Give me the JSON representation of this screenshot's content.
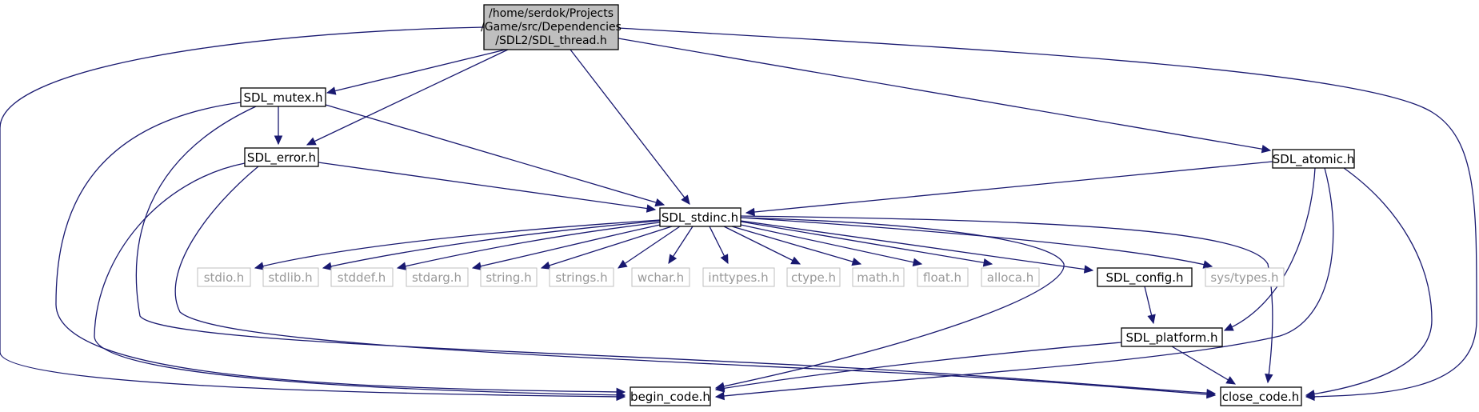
{
  "graph": {
    "nodes": [
      {
        "id": "sdl_thread",
        "lines": [
          "/home/serdok/Projects",
          "/Game/src/Dependencies",
          "/SDL2/SDL_thread.h"
        ],
        "kind": "root"
      },
      {
        "id": "sdl_mutex",
        "lines": [
          "SDL_mutex.h"
        ],
        "kind": "project"
      },
      {
        "id": "sdl_error",
        "lines": [
          "SDL_error.h"
        ],
        "kind": "project"
      },
      {
        "id": "sdl_atomic",
        "lines": [
          "SDL_atomic.h"
        ],
        "kind": "project"
      },
      {
        "id": "sdl_stdinc",
        "lines": [
          "SDL_stdinc.h"
        ],
        "kind": "project"
      },
      {
        "id": "stdio",
        "lines": [
          "stdio.h"
        ],
        "kind": "system"
      },
      {
        "id": "stdlib",
        "lines": [
          "stdlib.h"
        ],
        "kind": "system"
      },
      {
        "id": "stddef",
        "lines": [
          "stddef.h"
        ],
        "kind": "system"
      },
      {
        "id": "stdarg",
        "lines": [
          "stdarg.h"
        ],
        "kind": "system"
      },
      {
        "id": "string",
        "lines": [
          "string.h"
        ],
        "kind": "system"
      },
      {
        "id": "strings",
        "lines": [
          "strings.h"
        ],
        "kind": "system"
      },
      {
        "id": "wchar",
        "lines": [
          "wchar.h"
        ],
        "kind": "system"
      },
      {
        "id": "inttypes",
        "lines": [
          "inttypes.h"
        ],
        "kind": "system"
      },
      {
        "id": "ctype",
        "lines": [
          "ctype.h"
        ],
        "kind": "system"
      },
      {
        "id": "math",
        "lines": [
          "math.h"
        ],
        "kind": "system"
      },
      {
        "id": "float",
        "lines": [
          "float.h"
        ],
        "kind": "system"
      },
      {
        "id": "alloca",
        "lines": [
          "alloca.h"
        ],
        "kind": "system"
      },
      {
        "id": "sdl_config",
        "lines": [
          "SDL_config.h"
        ],
        "kind": "project"
      },
      {
        "id": "sys_types",
        "lines": [
          "sys/types.h"
        ],
        "kind": "system"
      },
      {
        "id": "sdl_platform",
        "lines": [
          "SDL_platform.h"
        ],
        "kind": "project"
      },
      {
        "id": "begin_code",
        "lines": [
          "begin_code.h"
        ],
        "kind": "project"
      },
      {
        "id": "close_code",
        "lines": [
          "close_code.h"
        ],
        "kind": "project"
      }
    ],
    "edges": [
      {
        "from": "sdl_thread",
        "to": "begin_code"
      },
      {
        "from": "sdl_thread",
        "to": "sdl_mutex"
      },
      {
        "from": "sdl_thread",
        "to": "sdl_error"
      },
      {
        "from": "sdl_thread",
        "to": "sdl_stdinc"
      },
      {
        "from": "sdl_thread",
        "to": "sdl_atomic"
      },
      {
        "from": "sdl_thread",
        "to": "close_code"
      },
      {
        "from": "sdl_mutex",
        "to": "sdl_error"
      },
      {
        "from": "sdl_mutex",
        "to": "sdl_stdinc"
      },
      {
        "from": "sdl_mutex",
        "to": "begin_code"
      },
      {
        "from": "sdl_mutex",
        "to": "close_code"
      },
      {
        "from": "sdl_error",
        "to": "sdl_stdinc"
      },
      {
        "from": "sdl_error",
        "to": "begin_code"
      },
      {
        "from": "sdl_error",
        "to": "close_code"
      },
      {
        "from": "sdl_atomic",
        "to": "sdl_stdinc"
      },
      {
        "from": "sdl_atomic",
        "to": "sdl_platform"
      },
      {
        "from": "sdl_atomic",
        "to": "begin_code"
      },
      {
        "from": "sdl_atomic",
        "to": "close_code"
      },
      {
        "from": "sdl_stdinc",
        "to": "stdio"
      },
      {
        "from": "sdl_stdinc",
        "to": "stdlib"
      },
      {
        "from": "sdl_stdinc",
        "to": "stddef"
      },
      {
        "from": "sdl_stdinc",
        "to": "stdarg"
      },
      {
        "from": "sdl_stdinc",
        "to": "string"
      },
      {
        "from": "sdl_stdinc",
        "to": "strings"
      },
      {
        "from": "sdl_stdinc",
        "to": "wchar"
      },
      {
        "from": "sdl_stdinc",
        "to": "inttypes"
      },
      {
        "from": "sdl_stdinc",
        "to": "ctype"
      },
      {
        "from": "sdl_stdinc",
        "to": "math"
      },
      {
        "from": "sdl_stdinc",
        "to": "float"
      },
      {
        "from": "sdl_stdinc",
        "to": "alloca"
      },
      {
        "from": "sdl_stdinc",
        "to": "sdl_config"
      },
      {
        "from": "sdl_stdinc",
        "to": "sys_types"
      },
      {
        "from": "sdl_stdinc",
        "to": "begin_code"
      },
      {
        "from": "sdl_stdinc",
        "to": "close_code"
      },
      {
        "from": "sdl_config",
        "to": "sdl_platform"
      },
      {
        "from": "sdl_platform",
        "to": "begin_code"
      },
      {
        "from": "sdl_platform",
        "to": "close_code"
      }
    ]
  },
  "colors": {
    "edge": "#191970",
    "root_fill": "#bfbfbf",
    "node_border": "#000000",
    "system_border": "#bfbfbf",
    "system_text": "#999999"
  }
}
